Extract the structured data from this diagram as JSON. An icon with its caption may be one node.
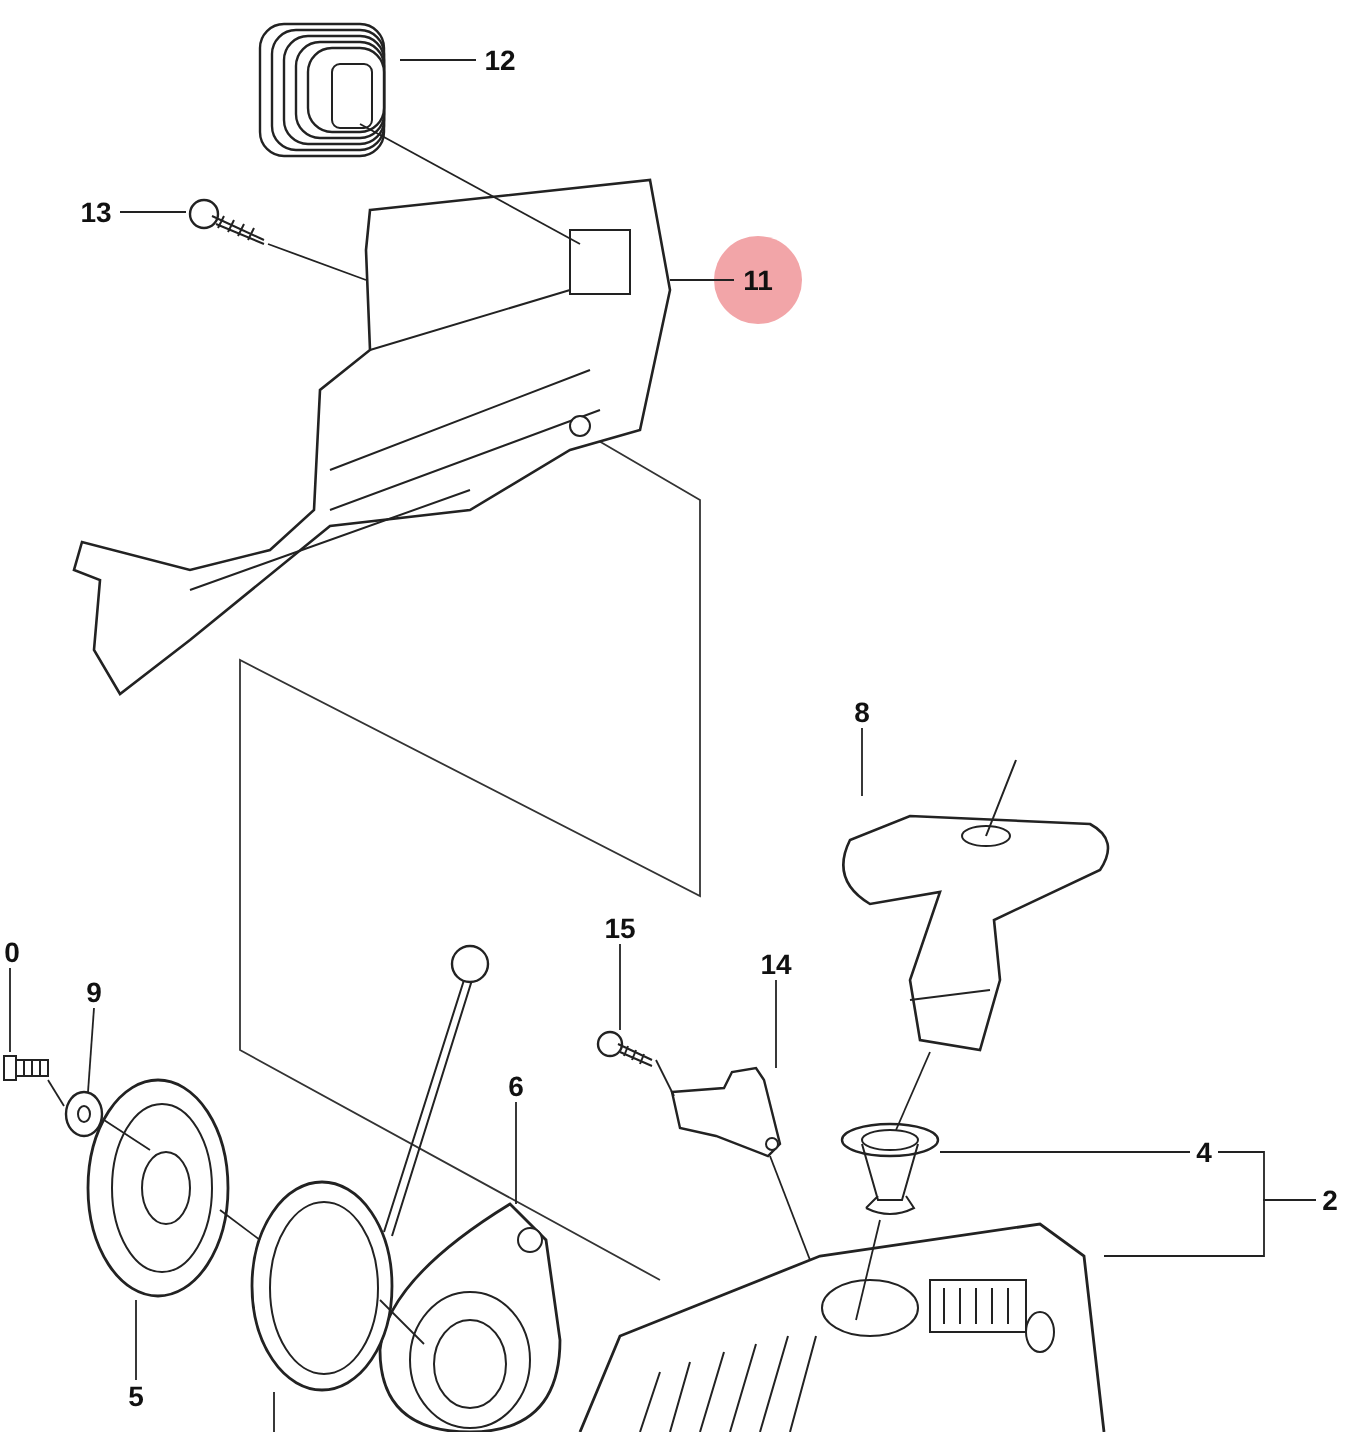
{
  "diagram": {
    "nodes": [
      {
        "text": [
          "12"
        ]
      },
      {
        "text": [],
        "shape": "picture"
      },
      {
        "text": [
          "13"
        ]
      },
      {
        "text": [],
        "shape": "picture"
      },
      {
        "text": [
          "11"
        ]
      },
      {
        "text": [],
        "shape": "picture"
      },
      {
        "text": [
          "8"
        ]
      },
      {
        "text": [],
        "shape": "picture"
      },
      {
        "text": [
          "0"
        ]
      },
      {
        "text": [],
        "shape": "picture"
      },
      {
        "text": [
          "9"
        ]
      },
      {
        "text": [],
        "shape": "picture"
      },
      {
        "text": [
          "15"
        ]
      },
      {
        "text": [],
        "shape": "picture"
      },
      {
        "text": [
          "14"
        ]
      },
      {
        "text": [],
        "shape": "picture"
      },
      {
        "text": [
          "6"
        ]
      },
      {
        "text": [],
        "shape": "picture"
      },
      {
        "text": [
          "4"
        ]
      },
      {
        "text": [],
        "shape": "picture"
      },
      {
        "text": [
          "2"
        ]
      },
      {
        "text": [],
        "shape": "picture"
      },
      {
        "text": [
          "5"
        ]
      },
      {
        "text": [],
        "shape": "picture"
      },
      {
        "text": [],
        "shape": "picture"
      }
    ],
    "edges": [
      {
        "from": 0,
        "to": 1,
        "arrow": "none"
      },
      {
        "from": 2,
        "to": 3,
        "arrow": "none"
      },
      {
        "from": 4,
        "to": 5,
        "arrow": "none"
      },
      {
        "from": 6,
        "to": 7,
        "arrow": "none"
      },
      {
        "from": 8,
        "to": 9,
        "arrow": "none"
      },
      {
        "from": 10,
        "to": 11,
        "arrow": "none"
      },
      {
        "from": 12,
        "to": 13,
        "arrow": "none"
      },
      {
        "from": 14,
        "to": 15,
        "arrow": "none"
      },
      {
        "from": 16,
        "to": 17,
        "arrow": "none"
      },
      {
        "from": 18,
        "to": 19,
        "arrow": "none"
      },
      {
        "from": 20,
        "to": 21,
        "arrow": "none"
      },
      {
        "from": 22,
        "to": 23,
        "arrow": "none"
      },
      {
        "from": 24,
        "to": null,
        "arrow": "none"
      },
      {
        "from": 1,
        "to": 5,
        "arrow": "none"
      },
      {
        "from": 3,
        "to": 5,
        "arrow": "none"
      },
      {
        "from": 7,
        "to": 19,
        "arrow": "none"
      },
      {
        "from": 19,
        "to": 21,
        "arrow": "none"
      },
      {
        "from": 13,
        "to": 15,
        "arrow": "none"
      },
      {
        "from": 15,
        "to": 21,
        "arrow": "none"
      },
      {
        "from": 9,
        "to": 11,
        "arrow": "none"
      },
      {
        "from": 11,
        "to": 23,
        "arrow": "none"
      },
      {
        "from": 23,
        "to": 24,
        "arrow": "none"
      },
      {
        "from": 24,
        "to": 17,
        "arrow": "none"
      },
      {
        "from": 20,
        "to": 18,
        "arrow": "none"
      }
    ]
  }
}
